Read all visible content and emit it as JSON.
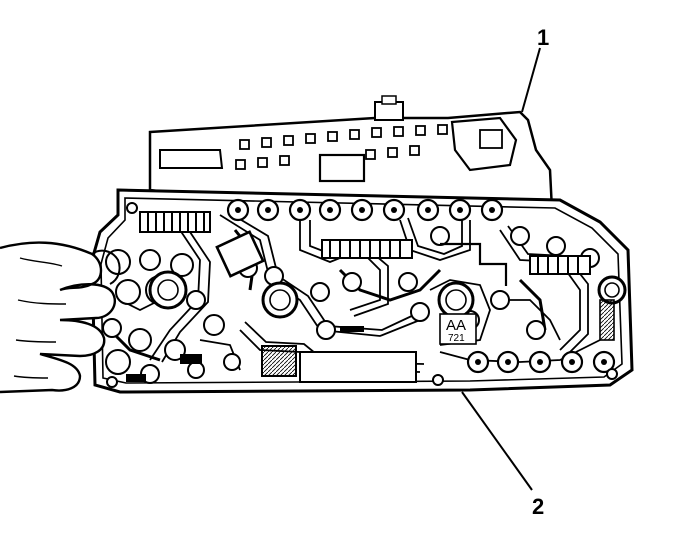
{
  "callouts": {
    "label_1": "1",
    "label_2": "2"
  },
  "board_markings": {
    "code_main": "AA",
    "code_sub": "721"
  },
  "colors": {
    "ink": "#000000",
    "paper": "#ffffff"
  }
}
